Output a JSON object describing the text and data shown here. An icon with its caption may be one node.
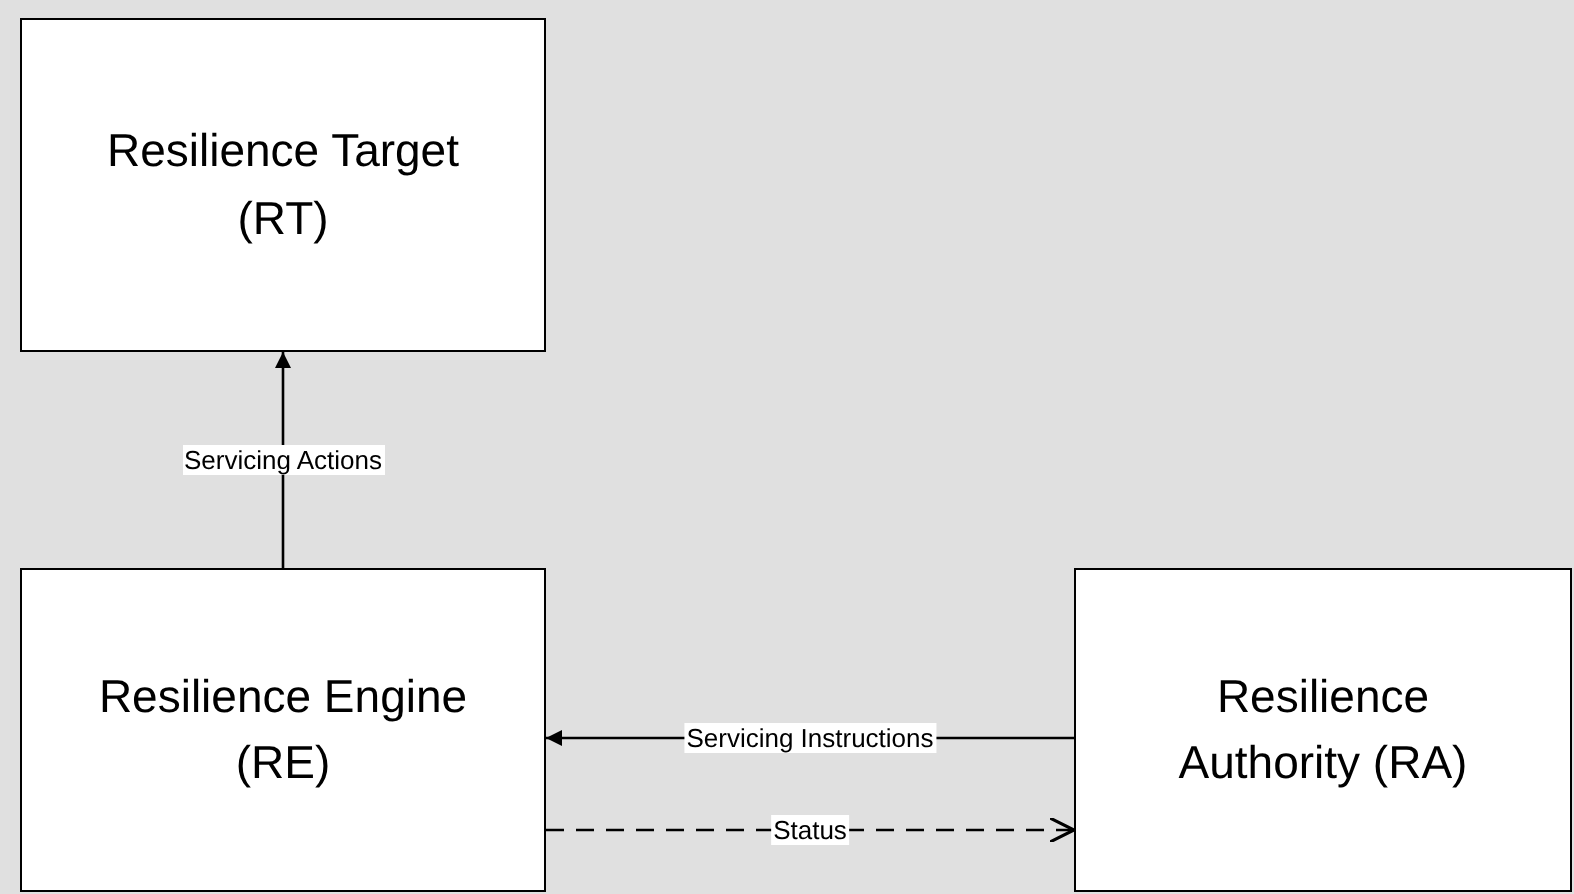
{
  "diagram": {
    "nodes": [
      {
        "text": [
          "Resilience Target (RT)"
        ]
      },
      {
        "text": [
          "Resilience Engine (RE)"
        ]
      },
      {
        "text": [
          "Resilience Authority (RA)"
        ]
      }
    ],
    "edges": [
      {
        "from": 1,
        "to": 0,
        "arrow": "to",
        "label": "Servicing Actions"
      },
      {
        "from": 2,
        "to": 1,
        "arrow": "to",
        "label": "Servicing Instructions"
      },
      {
        "from": 1,
        "to": 2,
        "arrow": "to",
        "label": "Status",
        "style": "dashed"
      }
    ]
  }
}
